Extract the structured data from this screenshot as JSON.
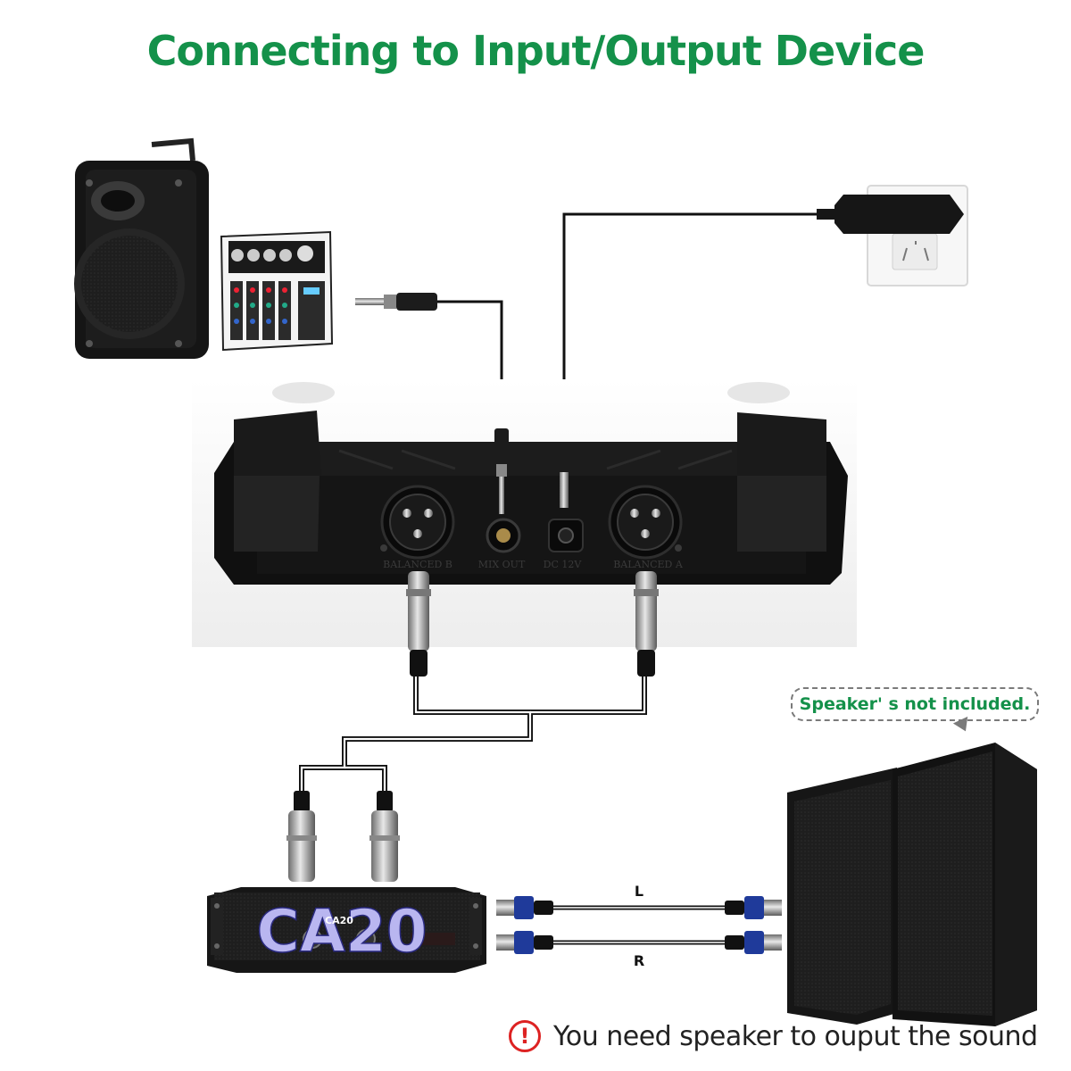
{
  "title": "Connecting to Input/Output Device",
  "colors": {
    "title": "#14914a",
    "note_text": "#14914a",
    "warning": "#dd2222",
    "cable": "#111111",
    "amp_label": "#b9b6f0"
  },
  "receiver": {
    "ports": [
      {
        "label": "BALANCED B",
        "icon": "xlr-male-port-icon"
      },
      {
        "label": "MIX OUT",
        "icon": "quarter-inch-jack-icon"
      },
      {
        "label": "DC 12V",
        "icon": "dc-power-jack-icon"
      },
      {
        "label": "BALANCED A",
        "icon": "xlr-male-port-icon"
      }
    ]
  },
  "amplifier": {
    "brand": "CA20",
    "badge": "CA20"
  },
  "channels": {
    "left": "L",
    "right": "R"
  },
  "note": "Speaker' s not included.",
  "footer": {
    "icon": "exclamation-icon",
    "icon_glyph": "!",
    "text": "You need speaker to ouput the sound"
  }
}
